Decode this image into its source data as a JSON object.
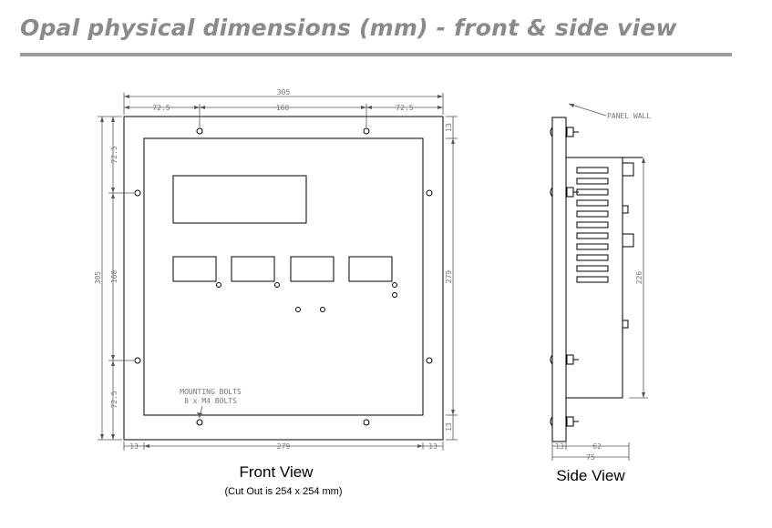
{
  "page": {
    "title": "Opal physical dimensions (mm) - front & side view"
  },
  "front": {
    "dims": {
      "overall_width": "305",
      "left_offset": "72.5",
      "hole_span": "160",
      "right_offset": "72.5",
      "overall_height": "305",
      "vert_top": "72.5",
      "vert_mid": "160",
      "vert_bottom": "72.5",
      "inner_height": "279",
      "inner_width": "279",
      "small_left": "13",
      "small_right": "13",
      "small_top": "13",
      "small_bottom": "13"
    },
    "note_line1": "MOUNTING BOLTS",
    "note_line2": "8 x M4 BOLTS",
    "caption": "Front View",
    "subcaption": "(Cut Out is 254 x 254 mm)"
  },
  "side": {
    "panel_label": "PANEL WALL",
    "dims": {
      "depth_height": "226",
      "base_small": "13",
      "base_mid": "62",
      "base_total": "75"
    },
    "caption": "Side View"
  }
}
